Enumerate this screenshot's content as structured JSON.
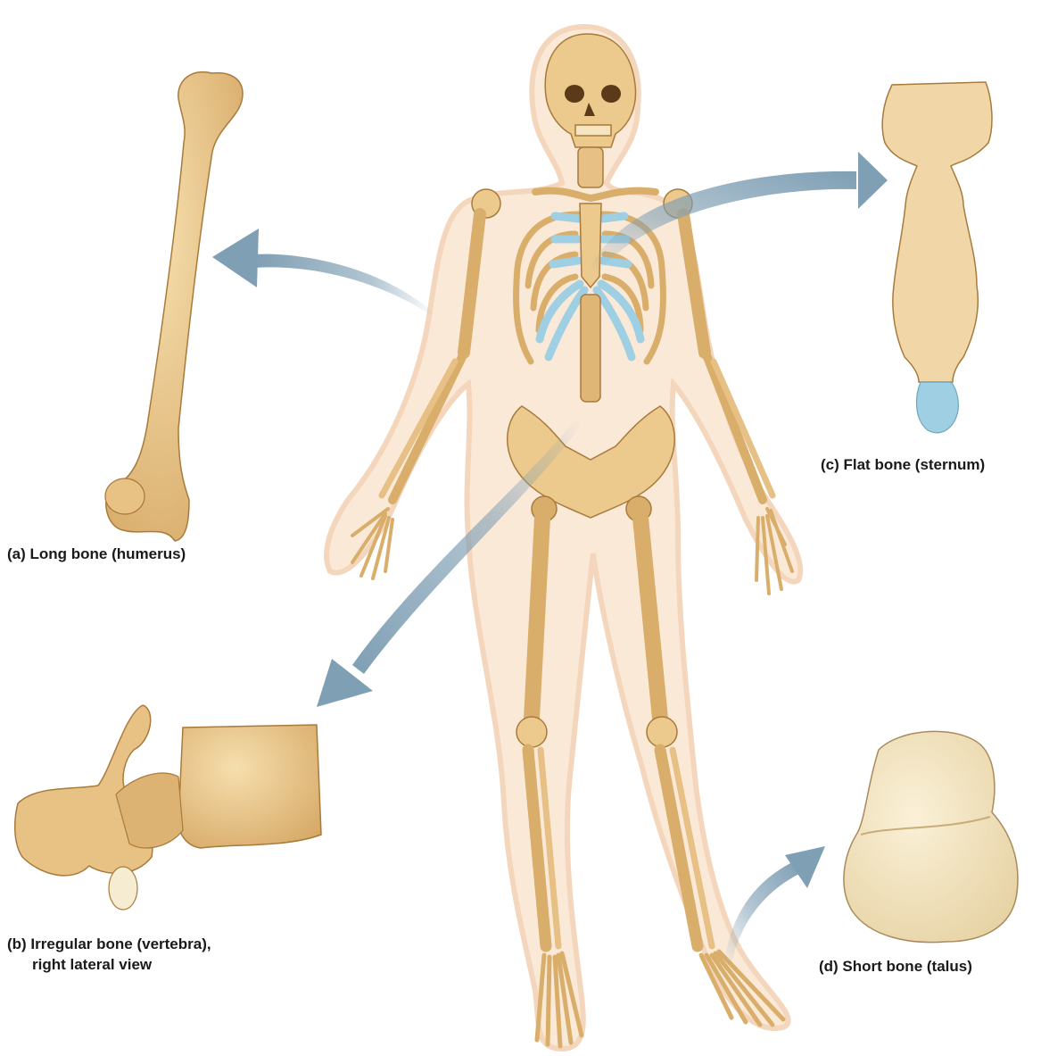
{
  "labels": {
    "long_bone": "(a) Long bone (humerus)",
    "irregular_bone_line1": "(b) Irregular bone (vertebra),",
    "irregular_bone_line2": "right lateral view",
    "flat_bone": "(c) Flat bone (sternum)",
    "short_bone": "(d) Short bone (talus)"
  },
  "colors": {
    "bone": "#ecc98c",
    "bone_shade": "#c89a55",
    "bone_outline": "#9c7236",
    "cartilage": "#9fcfe3",
    "body_outline": "#f7dcc4",
    "body_fill": "#fbe9d8",
    "arrow": "#7f9fb4"
  }
}
